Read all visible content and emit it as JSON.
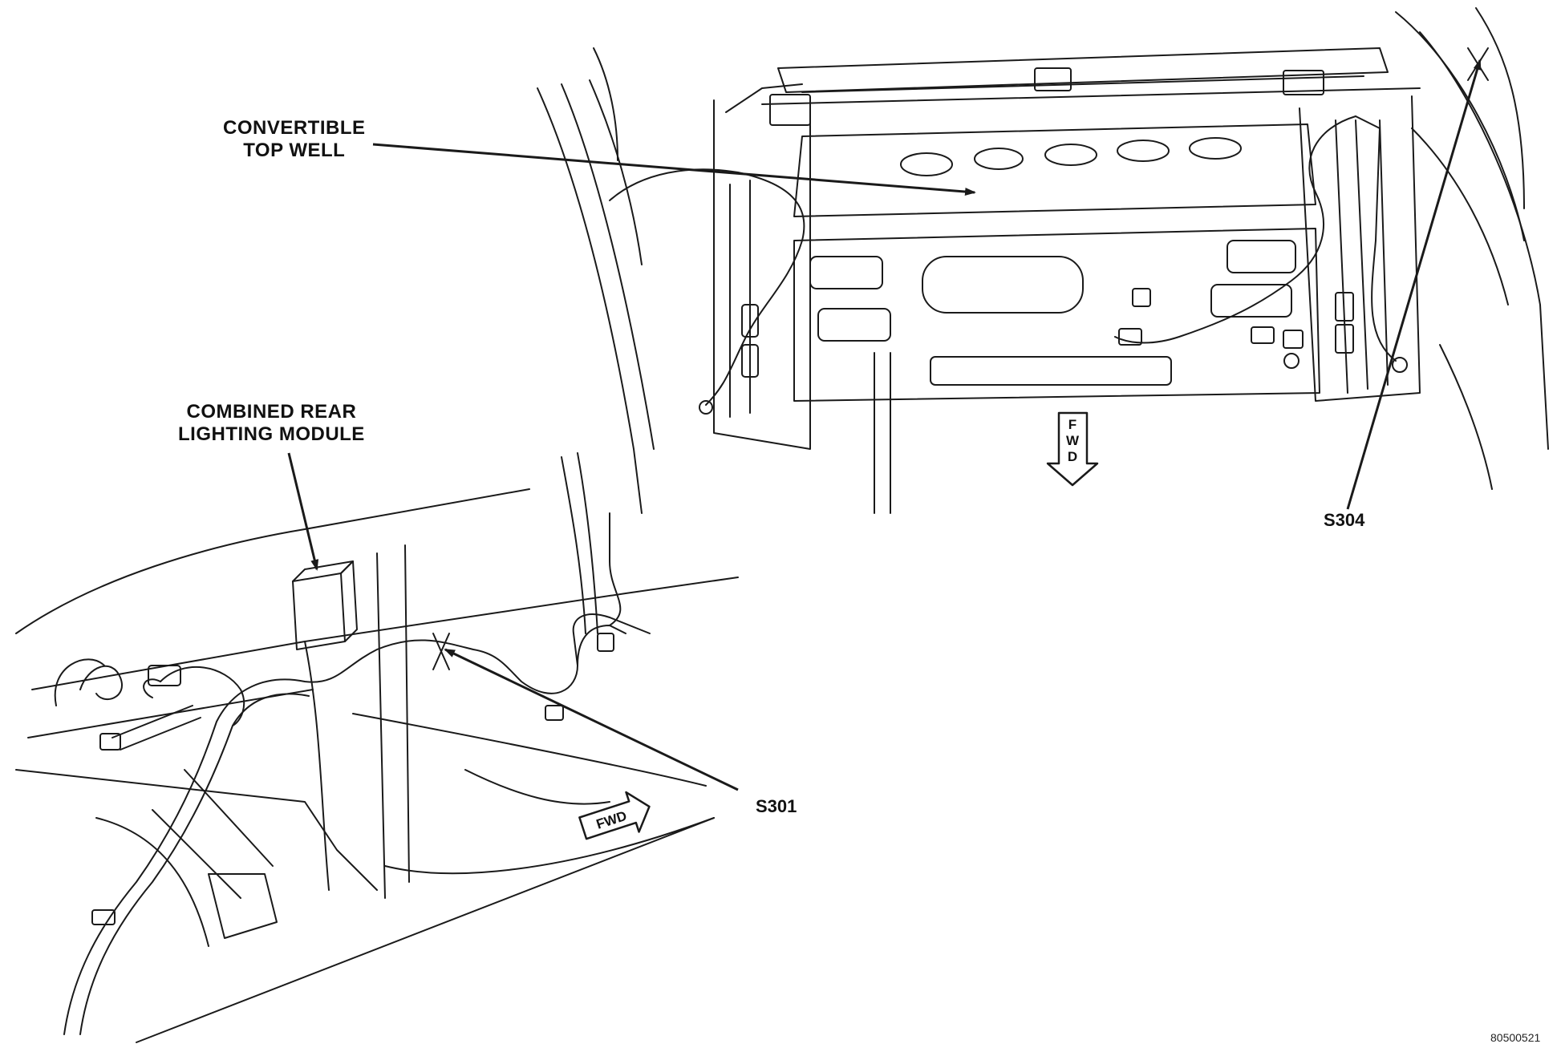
{
  "diagram": {
    "labels": {
      "convertible_top_well": [
        "CONVERTIBLE",
        "TOP WELL"
      ],
      "rear_lighting_module": [
        "COMBINED REAR",
        "LIGHTING MODULE"
      ],
      "splice_s301": "S301",
      "splice_s304": "S304"
    },
    "fwd_marker_top": [
      "F",
      "W",
      "D"
    ],
    "fwd_marker_bottom": "FWD",
    "figure_id": "80500521"
  },
  "colors": {
    "line": "#1a1a1a",
    "background": "#ffffff"
  }
}
